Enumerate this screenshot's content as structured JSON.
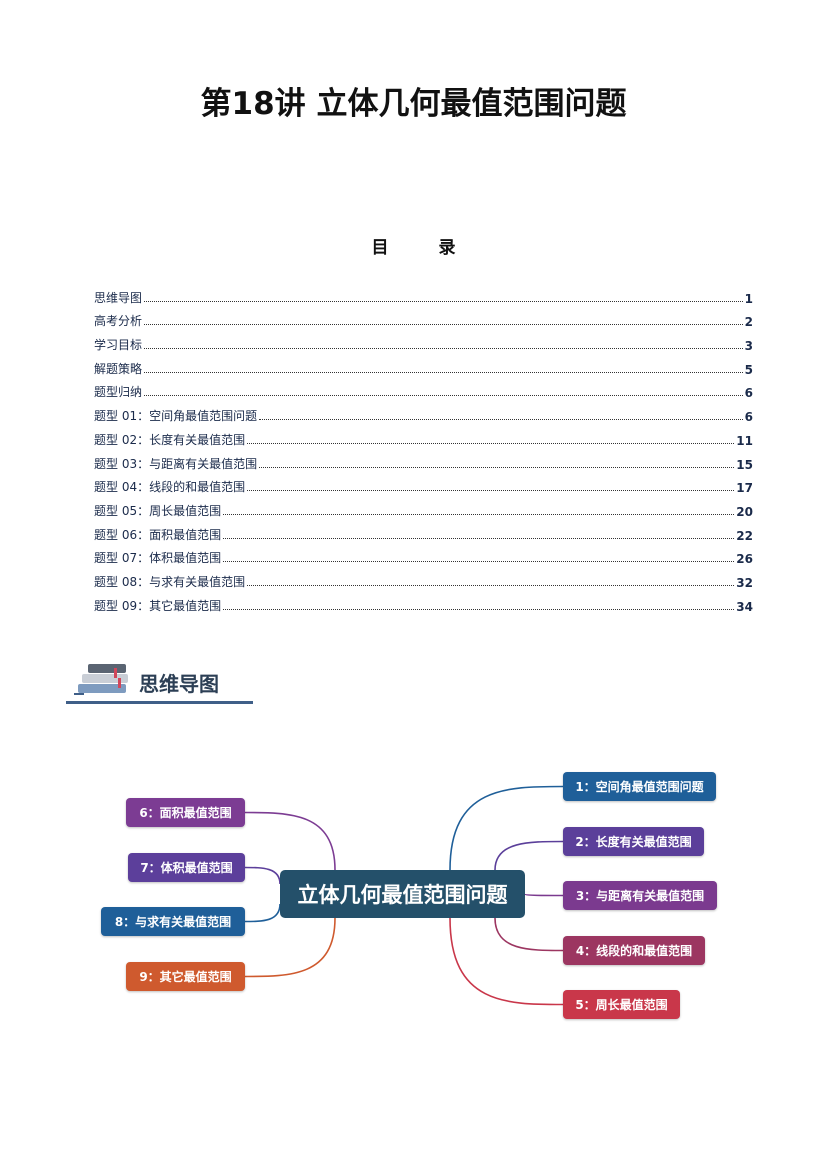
{
  "title": "第18讲  立体几何最值范围问题",
  "toc_title": "目  录",
  "toc": [
    {
      "label": "思维导图",
      "page": "1"
    },
    {
      "label": "高考分析",
      "page": "2"
    },
    {
      "label": "学习目标",
      "page": "3"
    },
    {
      "label": "解题策略",
      "page": "5"
    },
    {
      "label": "题型归纳",
      "page": "6"
    },
    {
      "label": "题型 01：空间角最值范围问题",
      "page": "6"
    },
    {
      "label": "题型 02：长度有关最值范围",
      "page": "11"
    },
    {
      "label": "题型 03：与距离有关最值范围",
      "page": "15"
    },
    {
      "label": "题型 04：线段的和最值范围",
      "page": "17"
    },
    {
      "label": "题型 05：周长最值范围",
      "page": "20"
    },
    {
      "label": "题型 06：面积最值范围",
      "page": "22"
    },
    {
      "label": "题型 07：体积最值范围",
      "page": "26"
    },
    {
      "label": "题型 08：与求有关最值范围",
      "page": "32"
    },
    {
      "label": "题型 09：其它最值范围",
      "page": "34"
    }
  ],
  "section_heading": "思维导图",
  "mindmap": {
    "center": "立体几何最值范围问题",
    "center_color": "#24506a",
    "nodes": [
      {
        "label": "1：空间角最值范围问题",
        "color": "#1f5f99"
      },
      {
        "label": "2：长度有关最值范围",
        "color": "#5b3f9a"
      },
      {
        "label": "3：与距离有关最值范围",
        "color": "#7b3a8f"
      },
      {
        "label": "4：线段的和最值范围",
        "color": "#9c3661"
      },
      {
        "label": "5：周长最值范围",
        "color": "#c9374a"
      },
      {
        "label": "6：面积最值范围",
        "color": "#7c3c93"
      },
      {
        "label": "7：体积最值范围",
        "color": "#5c3f9b"
      },
      {
        "label": "8：与求有关最值范围",
        "color": "#1f5f99"
      },
      {
        "label": "9：其它最值范围",
        "color": "#cf5a2e"
      }
    ]
  }
}
